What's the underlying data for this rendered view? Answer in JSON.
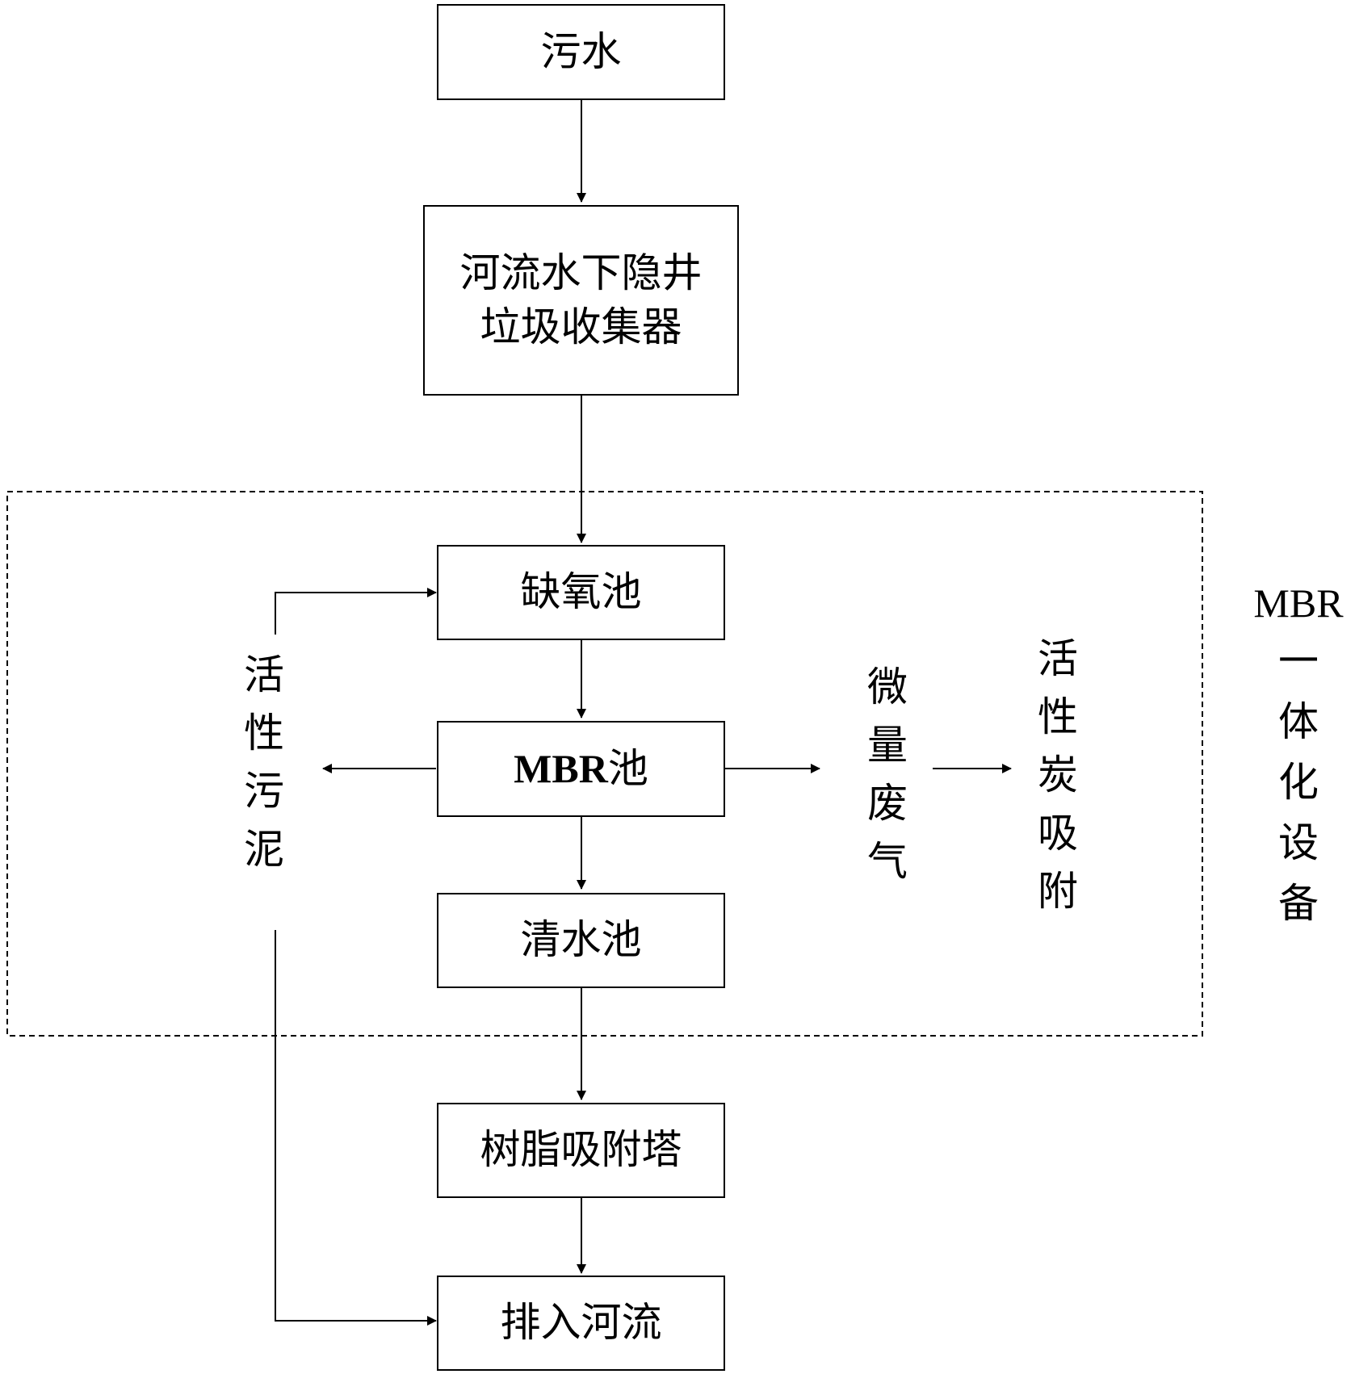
{
  "nodes": {
    "sewage": "污水",
    "collector": "河流水下隐井垃圾收集器",
    "anoxic": "缺氧池",
    "mbr_pool_latin": "MBR",
    "mbr_pool_cn": "池",
    "clear_pool": "清水池",
    "resin_tower": "树脂吸附塔",
    "discharge": "排入河流"
  },
  "side_labels": {
    "activated_sludge": "活性污泥",
    "trace_gas": "微量废气",
    "activated_carbon": "活性炭吸附"
  },
  "group_label": {
    "latin": "MBR",
    "cn": "一体化设备"
  },
  "colors": {
    "line": "#000000",
    "background": "#ffffff"
  }
}
